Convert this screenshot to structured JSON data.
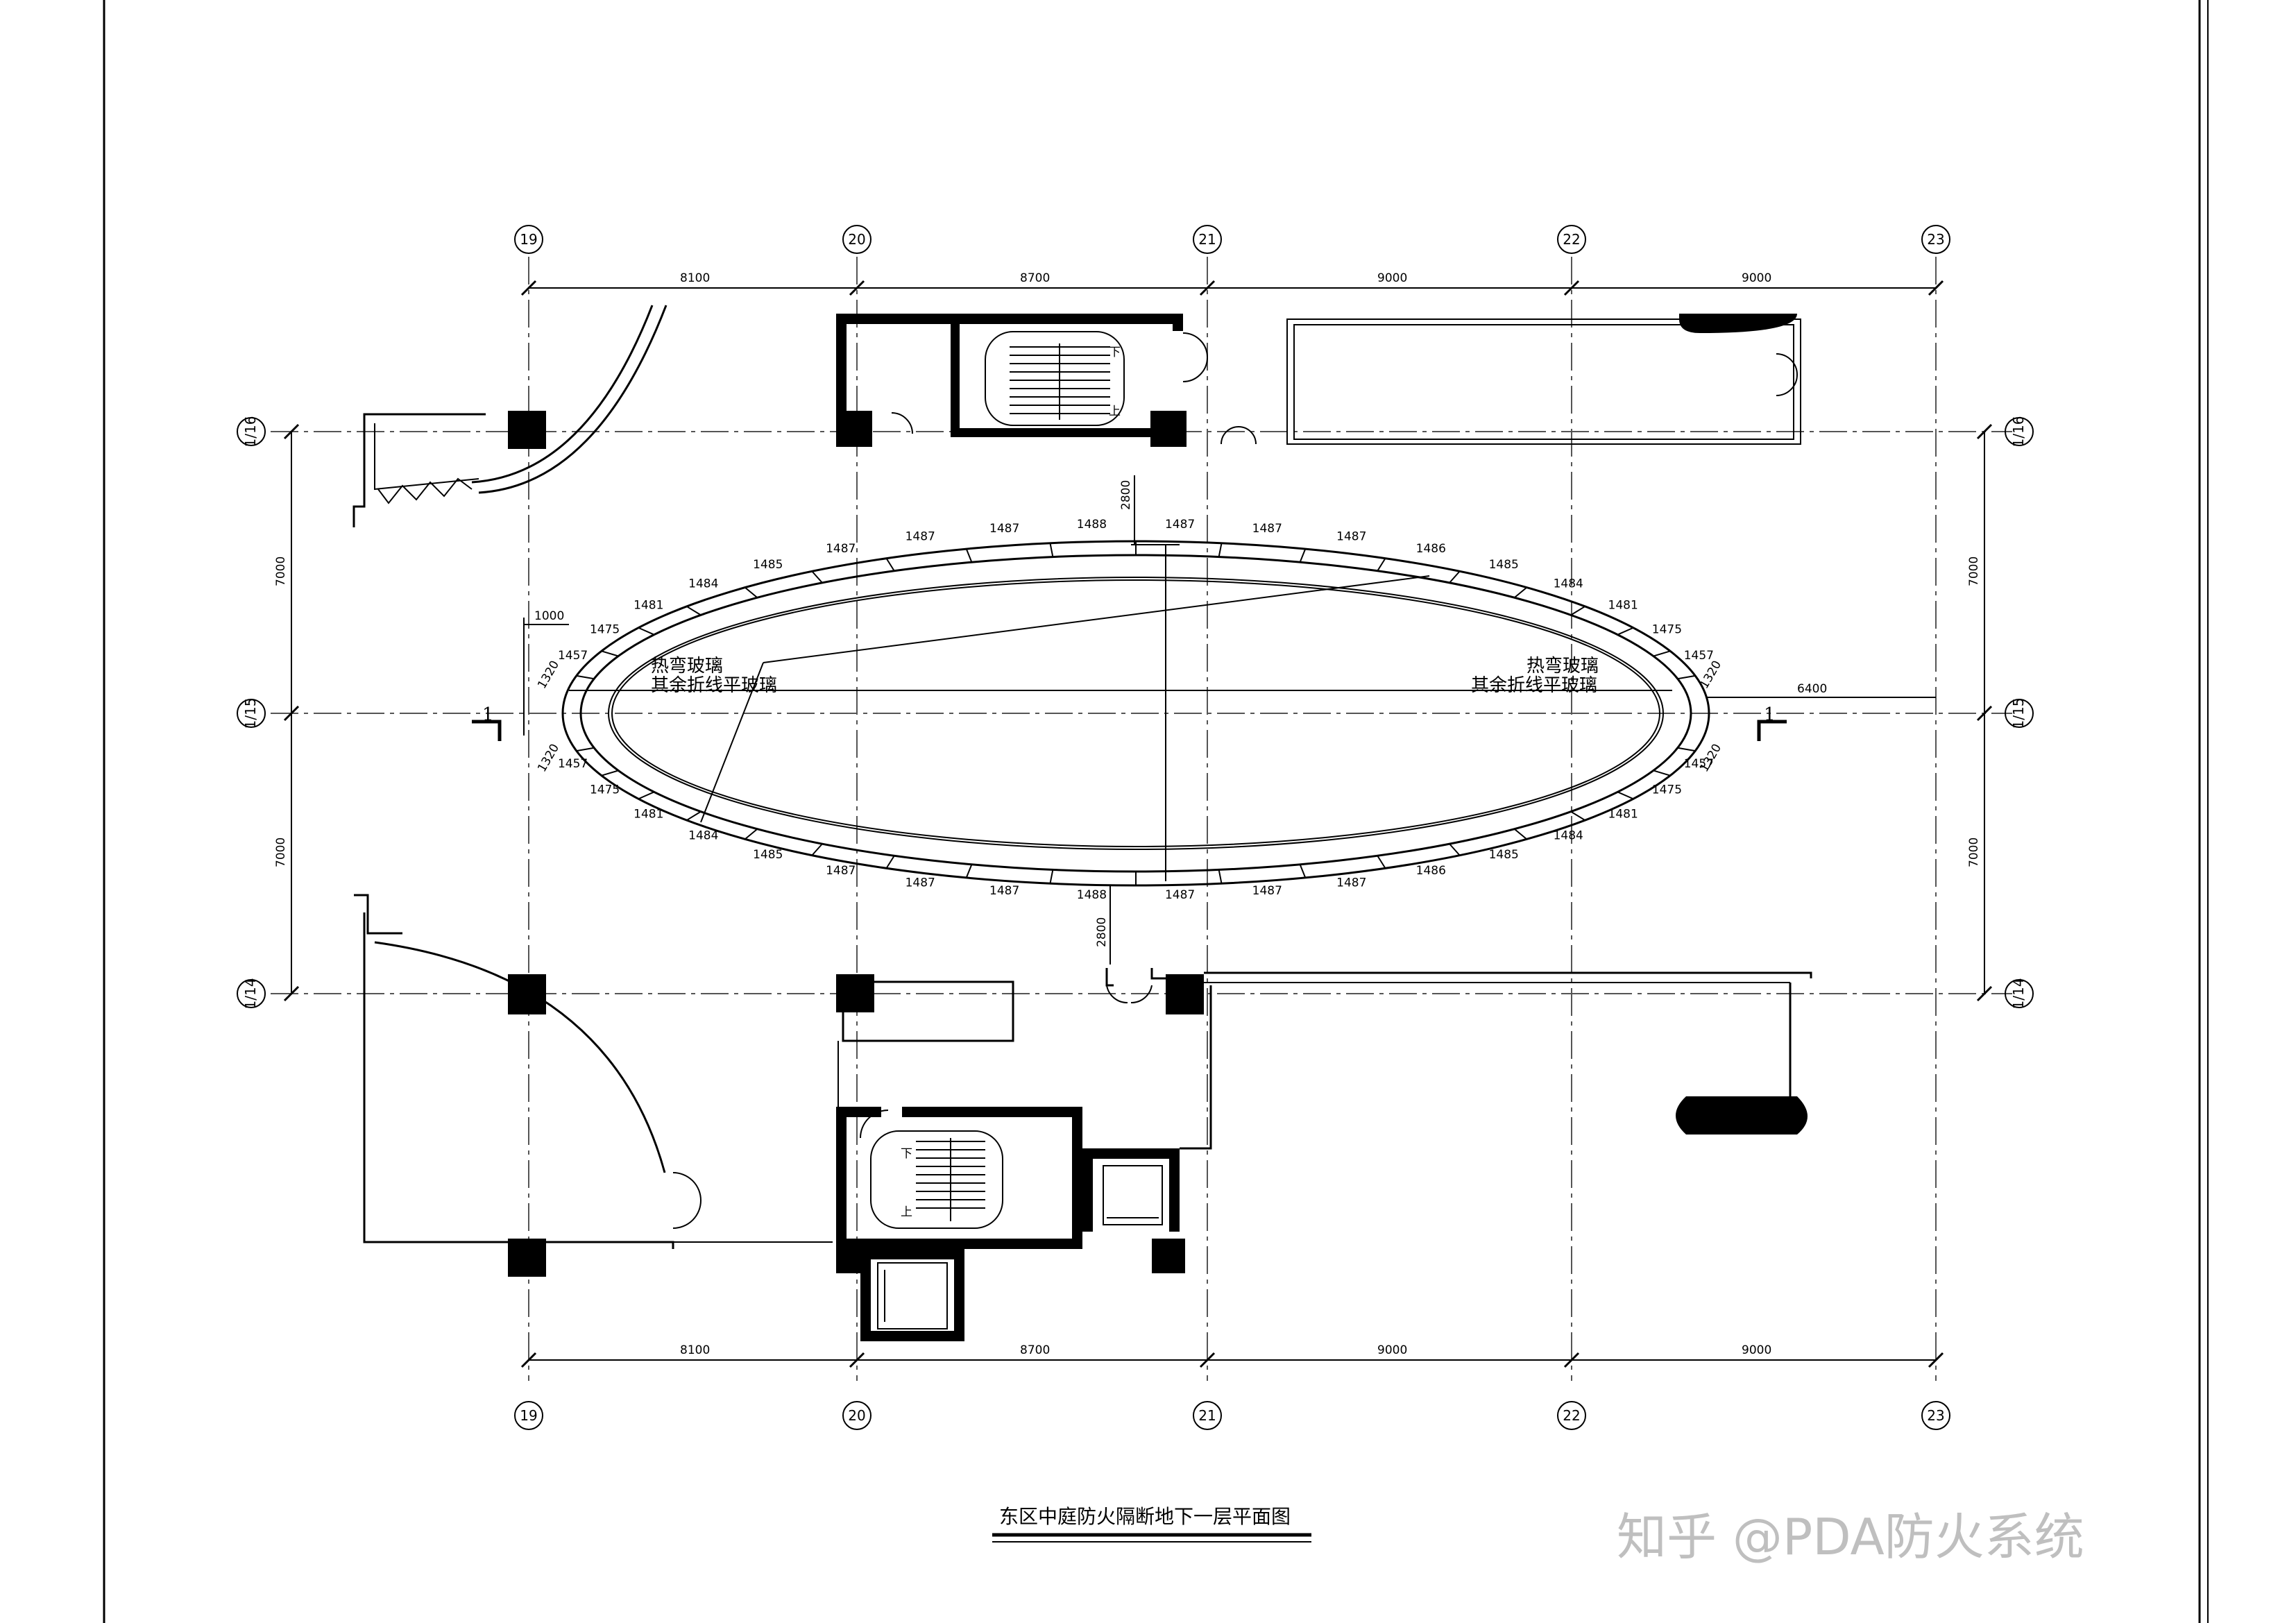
{
  "drawing": {
    "title": "东区中庭防火隔断地下一层平面图",
    "watermark": "知乎 @PDA防火系统"
  },
  "grid_axes": {
    "columns": [
      "19",
      "20",
      "21",
      "22",
      "23"
    ],
    "rows": [
      "1/16",
      "1/15",
      "1/14"
    ]
  },
  "dimensions": {
    "column_spacing": [
      "8100",
      "8700",
      "9000",
      "9000"
    ],
    "row_spacing": [
      "7000",
      "7000"
    ],
    "offsets": {
      "left": "1000",
      "right": "6400",
      "north": "2800",
      "south": "2800"
    }
  },
  "ring_segments": {
    "top": [
      "1457",
      "1475",
      "1481",
      "1484",
      "1485",
      "1487",
      "1487",
      "1487",
      "1488",
      "1487",
      "1487",
      "1487",
      "1486",
      "1485",
      "1484",
      "1481",
      "1475",
      "1457"
    ],
    "bottom": [
      "1457",
      "1475",
      "1481",
      "1484",
      "1485",
      "1487",
      "1487",
      "1487",
      "1488",
      "1487",
      "1487",
      "1487",
      "1486",
      "1485",
      "1484",
      "1481",
      "1475",
      "1457"
    ],
    "ends": [
      "1320",
      "1320",
      "1320",
      "1320"
    ]
  },
  "notes": {
    "left_line1": "热弯玻璃",
    "left_line2": "其余折线平玻璃",
    "right_line1": "热弯玻璃",
    "right_line2": "其余折线平玻璃"
  },
  "section_mark": {
    "left": "1",
    "right": "1"
  },
  "stair_marks": {
    "down": "下",
    "up": "上"
  }
}
